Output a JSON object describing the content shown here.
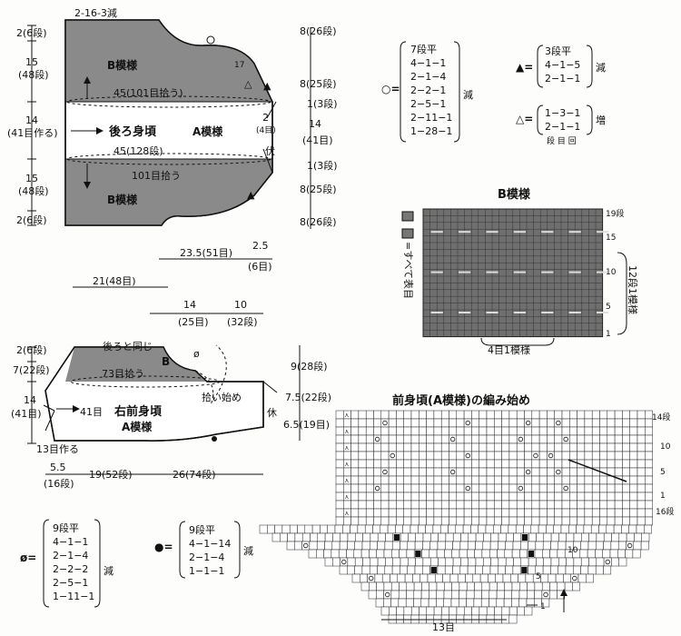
{
  "back_piece": {
    "title": "後ろ身頃",
    "pattern_a": "A模様",
    "pattern_b_top": "B模様",
    "pattern_b_bottom": "B模様",
    "top_shoulder": "2-16-3減",
    "pick_top": "45(101目拾う)",
    "width_mid": "45(128段)",
    "pick_bottom": "101目拾う",
    "left_dims": [
      "2(6段)",
      "15",
      "(48段)",
      "14",
      "(41目作る)",
      "15",
      "(48段)",
      "2(6段)"
    ],
    "right_dims": [
      "8(26段)",
      "8(25段)",
      "1(3段)",
      "14",
      "(41目)",
      "1(3段)",
      "8(25段)",
      "8(26段)"
    ],
    "side_note_a": "2",
    "side_note_b": "(4目)",
    "rest": "伏",
    "mark_circle": "○",
    "mark_tri_fill": "▲",
    "mark_tri_open": "△",
    "note_17": "17"
  },
  "mid_dims": {
    "shoulder": "23.5(51目)",
    "collar_a": "2.5",
    "collar_b": "(6目)",
    "lower": "21(48目)",
    "front_a": "14",
    "front_b": "(25目)",
    "front_c": "10",
    "front_d": "(32段)"
  },
  "front_piece": {
    "title": "右前身頃",
    "pattern_a": "A模様",
    "pattern_b": "B",
    "same_as_back": "後ろと同じ",
    "pick": "73目拾う",
    "pick_start": "拾い始め",
    "first_row": "41目",
    "cast_on": "13目作る",
    "left_dims": [
      "2(6段)",
      "7(22段)",
      "14",
      "(41目)"
    ],
    "right_dims": [
      "9(28段)",
      "7.5(22段)",
      "6.5(19目)"
    ],
    "rest": "休",
    "diameter": "ø",
    "bottom_dims": [
      "5.5",
      "(16段)",
      "19(52段)",
      "26(74段)"
    ]
  },
  "legend_circle": {
    "symbol": "○=",
    "rows": [
      "7段平",
      "4−1−1",
      "2−1−4",
      "2−2−1",
      "2−5−1",
      "2−11−1",
      "1−28−1"
    ],
    "suffix": "減"
  },
  "legend_tri_fill": {
    "symbol": "▲=",
    "rows": [
      "3段平",
      "4−1−5",
      "2−1−1"
    ],
    "suffix": "減"
  },
  "legend_tri_open": {
    "symbol": "△=",
    "rows": [
      "1−3−1",
      "2−1−1"
    ],
    "suffix": "増",
    "footer": "段 目 回"
  },
  "legend_phi": {
    "symbol": "ø=",
    "rows": [
      "9段平",
      "4−1−1",
      "2−1−4",
      "2−2−2",
      "2−5−1",
      "1−11−1"
    ],
    "suffix": "減"
  },
  "legend_dot": {
    "symbol": "●=",
    "rows": [
      "9段平",
      "4−1−14",
      "2−1−4",
      "1−1−1"
    ],
    "suffix": "減"
  },
  "chart_b": {
    "title": "B模様",
    "key": "=すべて表目",
    "rows_top": "19段",
    "row_marks": [
      "15",
      "10",
      "5",
      "1"
    ],
    "repeat_rows": "12段1模様",
    "repeat_cols": "4目1模様"
  },
  "chart_front": {
    "title": "前身頃(A模様)の編み始め",
    "rows_top": "14段",
    "row_marks": [
      "10",
      "5",
      "1"
    ],
    "row_16": "16段",
    "row_10": "10",
    "row_5": "5",
    "row_1": "1",
    "bottom": "13目"
  }
}
